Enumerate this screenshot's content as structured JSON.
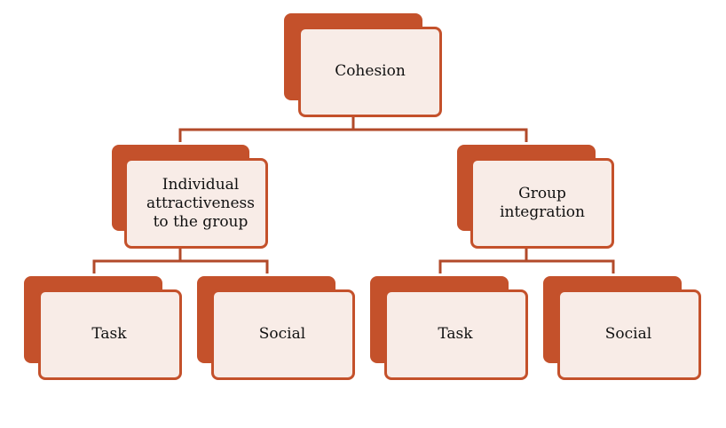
{
  "colors": {
    "accent": "#c4512b",
    "fill": "#f8ece7",
    "text": "#111111",
    "line": "#b24a2a"
  },
  "nodes": {
    "root": {
      "label": "Cohesion"
    },
    "individual": {
      "label": "Individual attractiveness to the group"
    },
    "group": {
      "label": "Group integration"
    },
    "individual_task": {
      "label": "Task"
    },
    "individual_social": {
      "label": "Social"
    },
    "group_task": {
      "label": "Task"
    },
    "group_social": {
      "label": "Social"
    }
  }
}
